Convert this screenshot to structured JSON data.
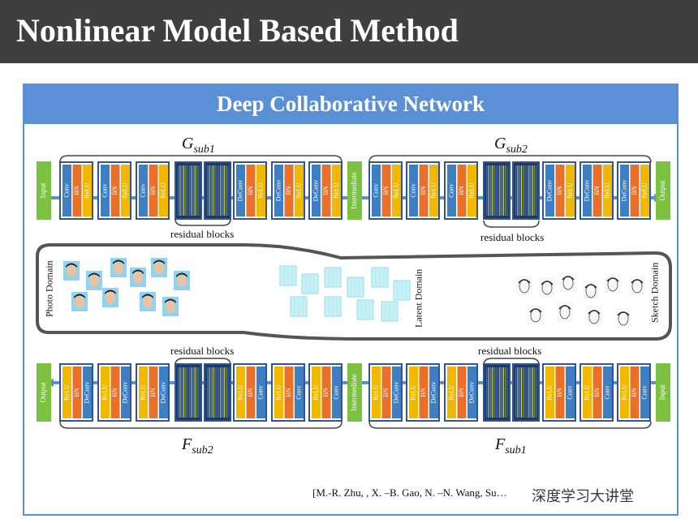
{
  "slide": {
    "title": "Nonlinear Model Based Method",
    "panel_title": "Deep Collaborative Network",
    "citation": "[M.-R. Zhu, , X. –B. Gao, N. –N. Wang, Su…",
    "watermark": "深度学习大讲堂"
  },
  "top_pipeline": {
    "input_label": "Input",
    "intermediate_label": "Intermediate",
    "output_label": "Output",
    "g1_label": "G",
    "g1_sub": "sub1",
    "g2_label": "G",
    "g2_sub": "sub2",
    "residual_label_left": "residual blocks",
    "residual_label_right": "residual blocks",
    "layers": [
      "Conv",
      "BN",
      "ReLU",
      "DeConv"
    ]
  },
  "bottom_pipeline": {
    "input_label": "Input",
    "intermediate_label": "Intermediate",
    "output_label": "Output",
    "f2_label": "F",
    "f2_sub": "sub2",
    "f1_label": "F",
    "f1_sub": "sub1",
    "residual_label_left": "residual blocks",
    "residual_label_right": "residual blocks"
  },
  "domains": {
    "photo": "Photo Domain",
    "latent": "Latent Domain",
    "sketch": "Sketch Domain"
  },
  "colors": {
    "title_bg": "#3f3f3f",
    "panel_blue": "#5b8fd6",
    "conv_blue": "#3e7fc4",
    "bn_orange": "#e8702a",
    "relu_yellow": "#f2b800",
    "io_green": "#7cc241",
    "block_border": "#2f5597"
  }
}
